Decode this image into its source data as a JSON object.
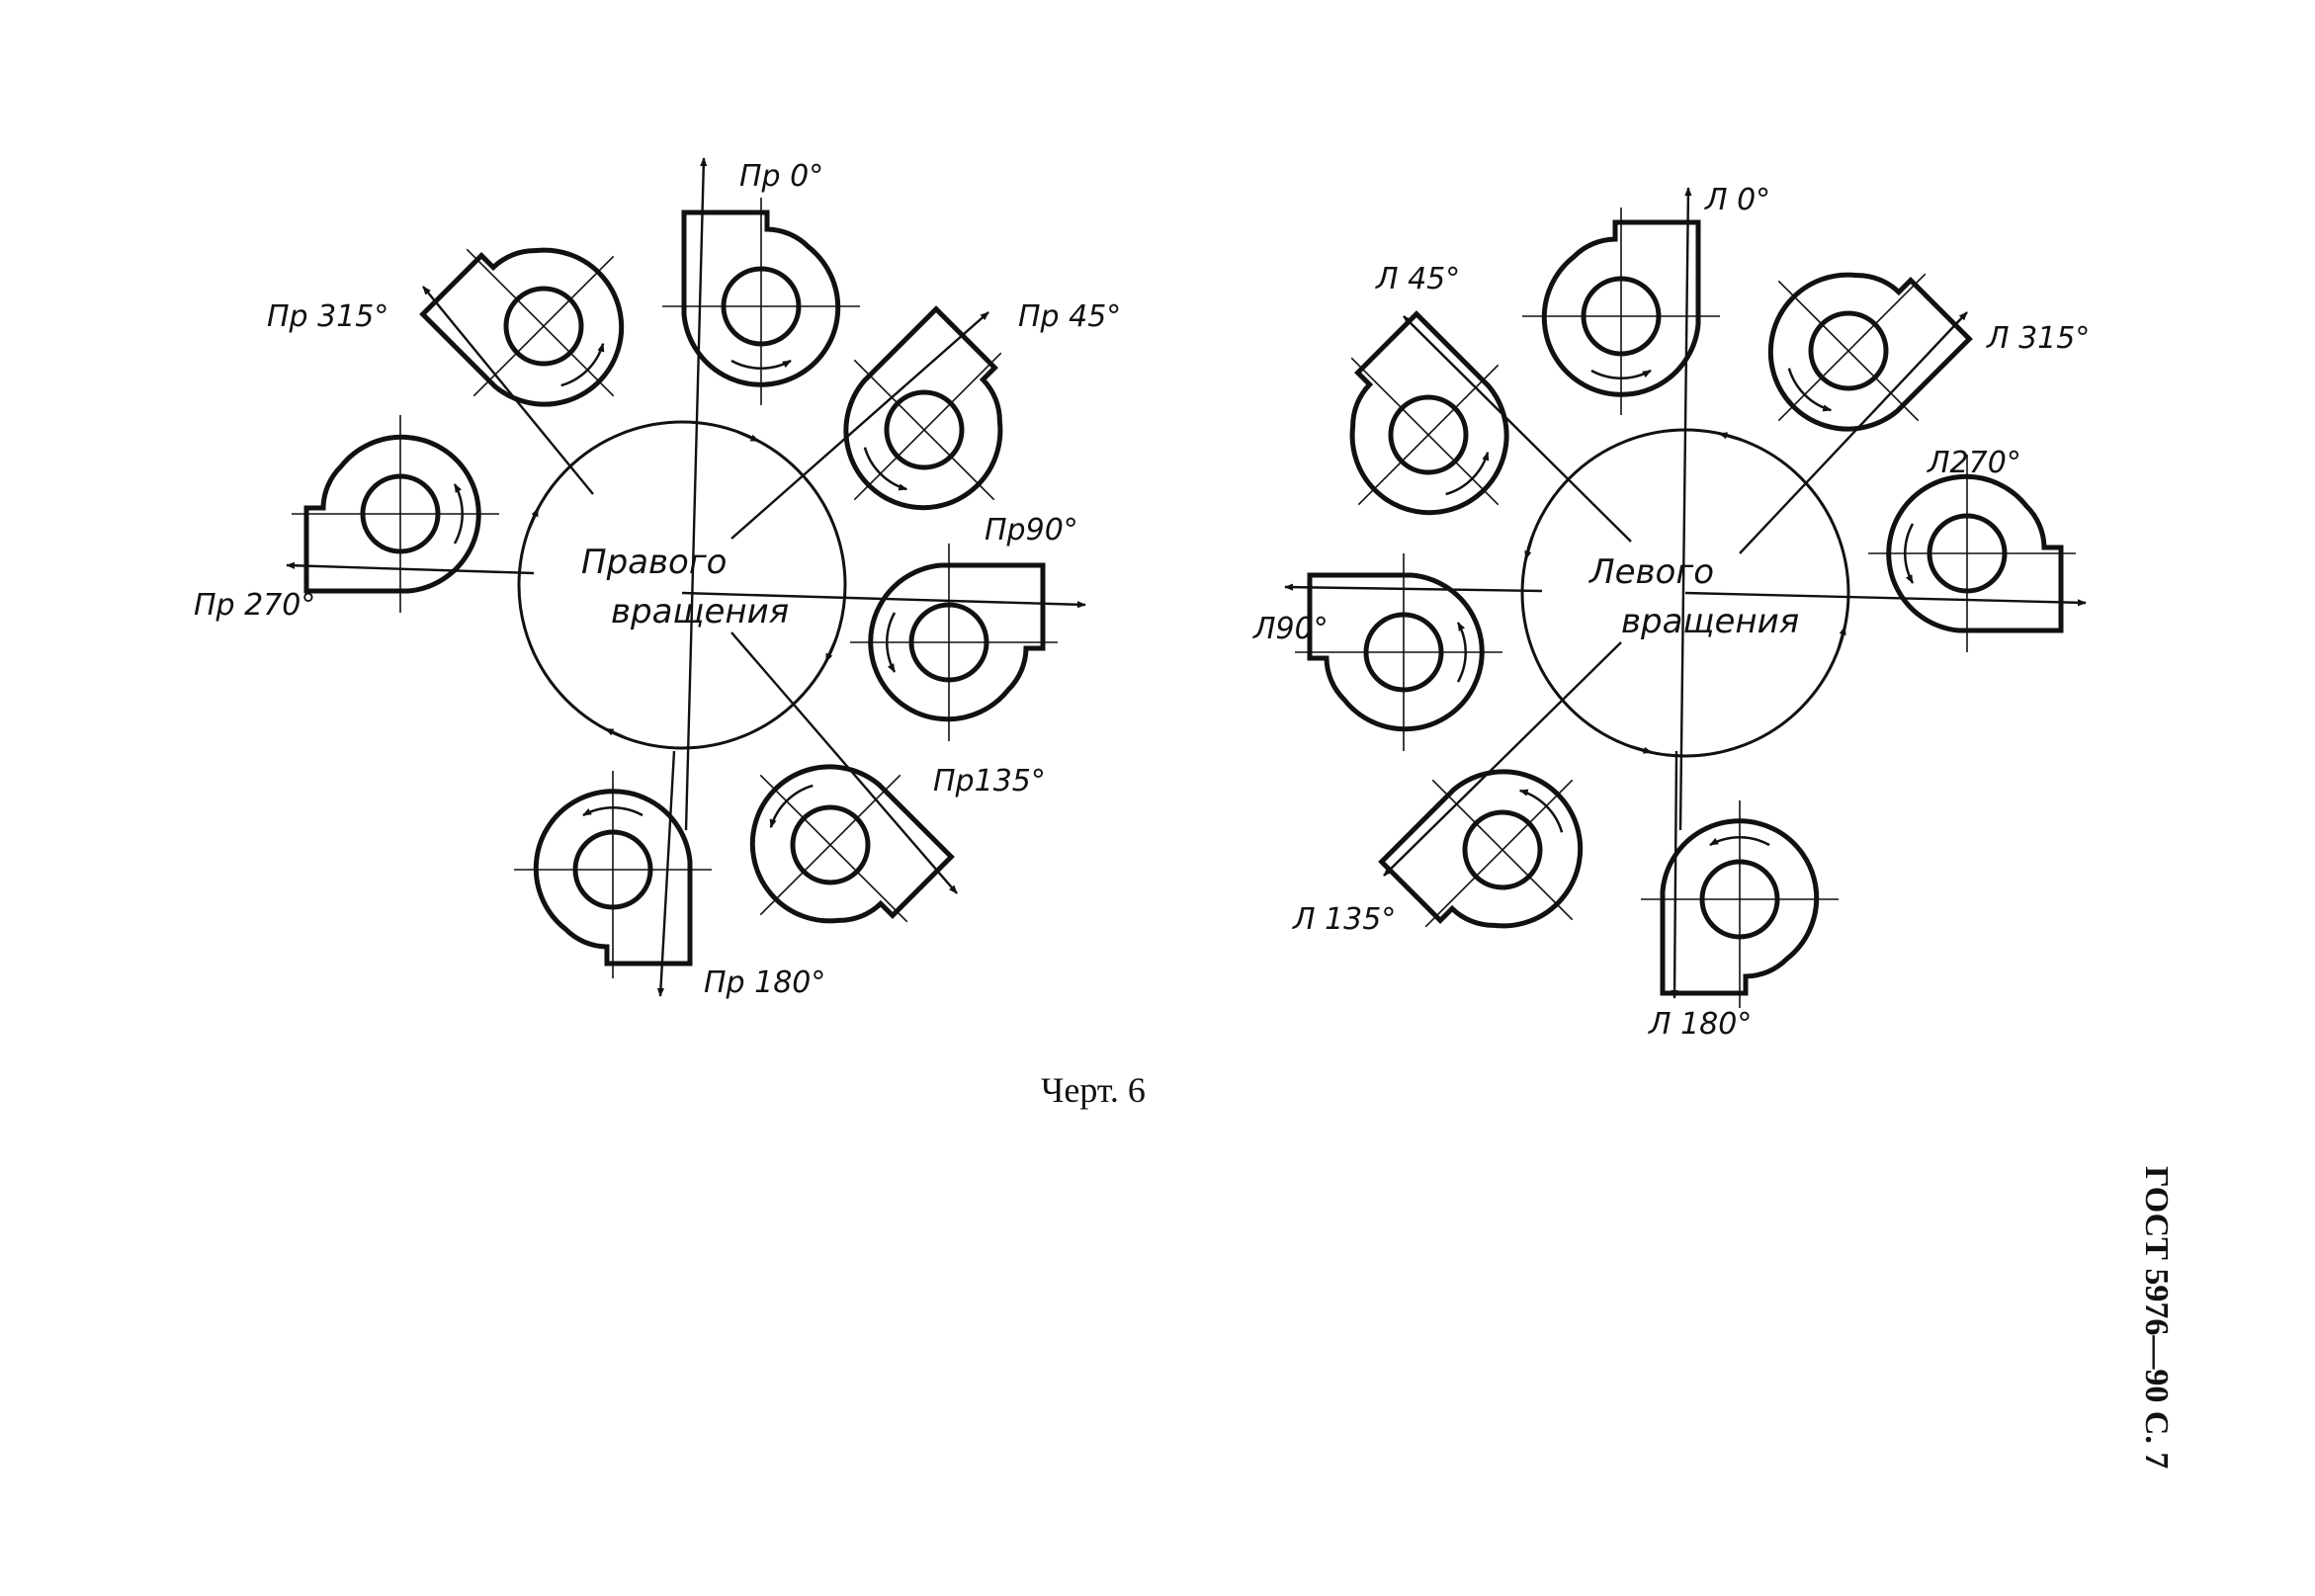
{
  "diagram": {
    "right": {
      "center_line1": "Правого",
      "center_line2": "вращения",
      "labels": {
        "a0": "Пр 0°",
        "a45": "Пр 45°",
        "a90": "Пр90°",
        "a135": "Пр135°",
        "a180": "Пр 180°",
        "a270": "Пр 270°",
        "a315": "Пр 315°"
      }
    },
    "left": {
      "center_line1": "Левого",
      "center_line2": "вращения",
      "labels": {
        "a0": "Л 0°",
        "a45": "Л 45°",
        "a90": "Л90°",
        "a135": "Л 135°",
        "a180": "Л 180°",
        "a270": "Л270°",
        "a315": "Л 315°"
      }
    }
  },
  "caption": "Черт. 6",
  "side_header": "ГОСТ 5976—90 С. 7"
}
